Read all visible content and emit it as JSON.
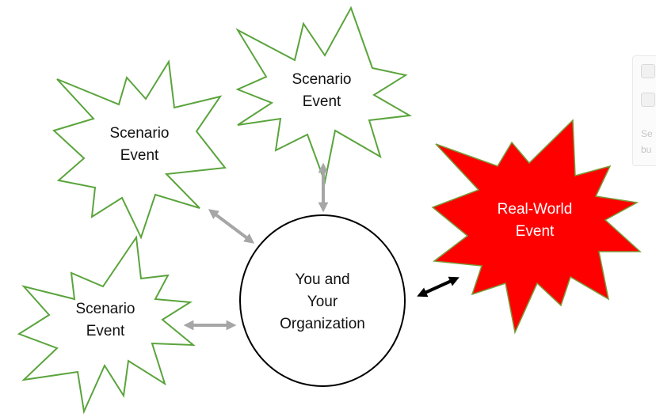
{
  "nodes": {
    "scenario_top": {
      "line1": "Scenario",
      "line2": "Event"
    },
    "scenario_left": {
      "line1": "Scenario",
      "line2": "Event"
    },
    "scenario_bottom": {
      "line1": "Scenario",
      "line2": "Event"
    },
    "real_world": {
      "line1": "Real-World",
      "line2": "Event"
    },
    "center": {
      "line1": "You and",
      "line2": "Your",
      "line3": "Organization"
    }
  },
  "side_panel": {
    "text_line1": "Se",
    "text_line2": "bu"
  },
  "colors": {
    "scenario_stroke": "#5aa43c",
    "real_world_fill": "#ff0000",
    "real_world_stroke": "#7a9a3a",
    "arrow_gray": "#a6a6a6",
    "arrow_black": "#000000"
  }
}
